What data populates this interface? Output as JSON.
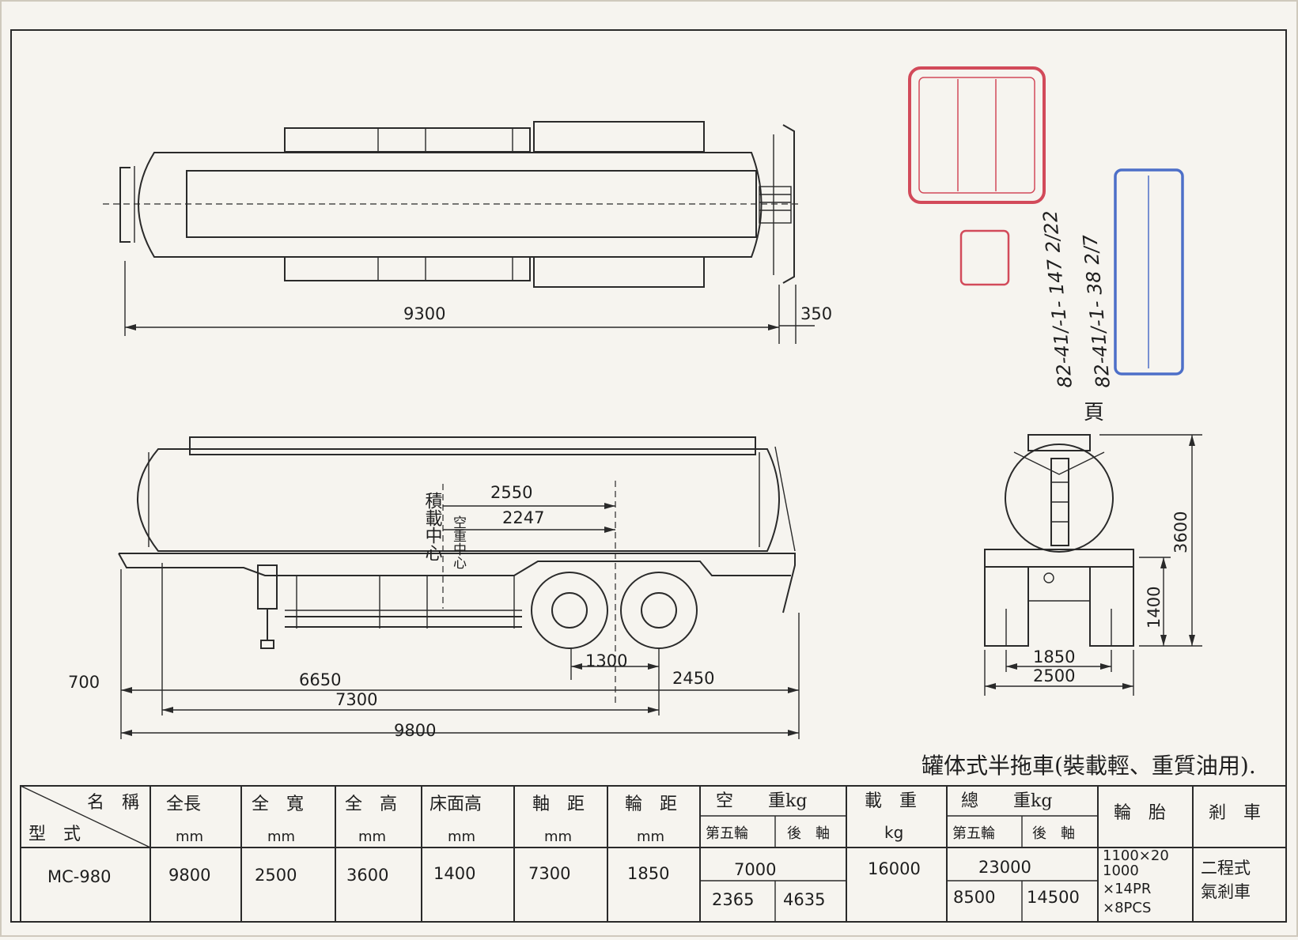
{
  "top_view": {
    "dim_length": "9300",
    "dim_rear": "350"
  },
  "side_view": {
    "dim_front": "700",
    "dim_kingpin_axle": "6650",
    "dim_wheelbase": "7300",
    "dim_total": "9800",
    "dim_axle_spacing": "1300",
    "dim_rear_overhang": "2450",
    "dim_load_center": "2550",
    "dim_empty_center": "2247",
    "label_load_center": "積載中心",
    "label_empty_center": "空重中心"
  },
  "rear_view": {
    "dim_height": "3600",
    "dim_floor": "1400",
    "dim_track": "1850",
    "dim_width": "2500"
  },
  "handwriting": {
    "line1": "82-41/-1- 147 2/22",
    "line2": "82-41/-1- 38 2/7",
    "mark": "頁"
  },
  "title": "罐体式半拖車(裝載輕、重質油用).",
  "spec_table": {
    "corner_top": "名　稱",
    "corner_bottom": "型　式",
    "headers": {
      "length": "全長",
      "width": "全　寬",
      "height": "全　高",
      "floor": "床面高",
      "wheelbase": "軸　距",
      "track": "輪　距",
      "empty": "空　　重kg",
      "payload": "載　重",
      "gross": "總　　重kg",
      "tire": "輪　胎",
      "brake": "剎　車"
    },
    "units": {
      "length": "mm",
      "width": "mm",
      "height": "mm",
      "floor": "mm",
      "wheelbase": "mm",
      "track": "mm",
      "payload": "kg"
    },
    "sub_headers": {
      "empty_fifth": "第五輪",
      "empty_rear": "後　軸",
      "gross_fifth": "第五輪",
      "gross_rear": "後　軸"
    },
    "row": {
      "model": "MC-980",
      "length": "9800",
      "width": "2500",
      "height": "3600",
      "floor": "1400",
      "wheelbase": "7300",
      "track": "1850",
      "empty_total": "7000",
      "empty_fifth": "2365",
      "empty_rear": "4635",
      "payload": "16000",
      "gross_total": "23000",
      "gross_fifth": "8500",
      "gross_rear": "14500",
      "tire_line1": "1100×20",
      "tire_line2": "1000",
      "tire_line3": "×14PR",
      "tire_line4": "×8PCS",
      "brake_line1": "二程式",
      "brake_line2": "氣剎車"
    }
  }
}
